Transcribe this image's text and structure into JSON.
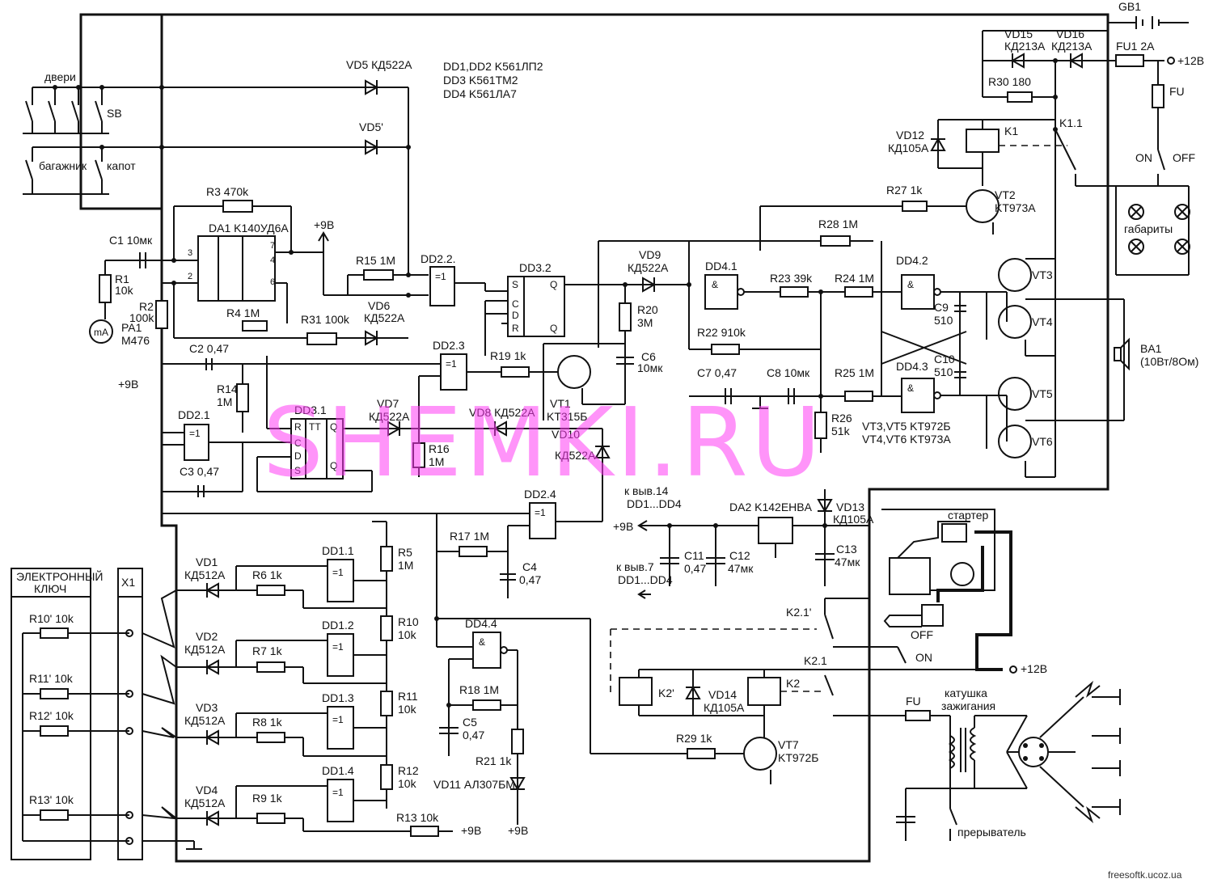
{
  "watermark": "SHEMKI.RU",
  "footer": "freesoftk.ucoz.ua",
  "notes": {
    "ics_line1": "DD1,DD2  K561ЛП2",
    "ics_line2": "DD3  K561TM2",
    "ics_line3": "DD4  K561ЛА7",
    "vt_line1": "VT3,VT5  KT972Б",
    "vt_line2": "VT4,VT6  KT973A",
    "pin14": "к выв.14",
    "pin14b": "DD1...DD4",
    "pin7": "к выв.7",
    "pin7b": "DD1...DD4"
  },
  "supply": {
    "plus9": "+9В",
    "plus12": "+12В",
    "gb1": "GB1",
    "fu1": "FU1 2A",
    "fu": "FU",
    "on": "ON",
    "off": "OFF"
  },
  "switches": {
    "doors": "двери",
    "sb": "SB",
    "trunk": "багажник",
    "hood": "капот",
    "k11": "K1.1",
    "k21p": "K2.1'",
    "k21": "K2.1",
    "k1": "K1",
    "k2": "K2",
    "k2p": "K2'"
  },
  "lamps": {
    "label": "габариты"
  },
  "key": {
    "title1": "ЭЛЕКТРОННЫЙ",
    "title2": "КЛЮЧ",
    "x1": "X1"
  },
  "engine": {
    "starter": "стартер",
    "coil1": "катушка",
    "coil2": "зажигания",
    "breaker": "прерыватель",
    "on": "ON",
    "off": "OFF"
  },
  "labels": {
    "vd5": "VD5 КД522A",
    "vd5p": "VD5'",
    "r3": "R3 470k",
    "da1": "DA1 K140УД6A",
    "c1": "C1 10мк",
    "r1": "R1",
    "r1v": "10k",
    "r2": "R2",
    "r2v": "100k",
    "pa1": "PA1",
    "pa1v": "M476",
    "r4": "R4 1M",
    "r31": "R31 100k",
    "vd6": "VD6",
    "vd6v": "КД522A",
    "r15": "R15 1M",
    "dd22": "DD2.2.",
    "dd32": "DD3.2",
    "vd9": "VD9",
    "vd9v": "КД522A",
    "r20": "R20",
    "r20v": "3M",
    "c6": "C6",
    "c6v": "10мк",
    "dd41": "DD4.1",
    "r28": "R28 1M",
    "r27": "R27 1k",
    "vt2": "VT2",
    "vt2v": "KT973A",
    "vd12": "VD12",
    "vd12v": "КД105A",
    "r30": "R30 180",
    "vd15": "VD15",
    "vd15v": "КД213A",
    "vd16": "VD16",
    "vd16v": "КД213A",
    "r23": "R23 39k",
    "r24": "R24 1M",
    "dd42": "DD4.2",
    "c9": "C9",
    "c9v": "510",
    "r22": "R22 910k",
    "c7": "C7 0,47",
    "c8": "C8 10мк",
    "r25": "R25 1M",
    "dd43": "DD4.3",
    "c10": "C10",
    "c10v": "510",
    "r26": "R26",
    "r26v": "51k",
    "vt3": "VT3",
    "vt4": "VT4",
    "vt5": "VT5",
    "vt6": "VT6",
    "ba1": "BA1",
    "ba1v": "(10Вт/8Ом)",
    "c2": "C2 0,47",
    "dd23": "DD2.3",
    "r19": "R19 1k",
    "vt1": "VT1",
    "vt1v": "KT315Б",
    "r14": "R14",
    "r14v": "1M",
    "dd21": "DD2.1",
    "c3": "C3 0,47",
    "dd31": "DD3.1",
    "vd7": "VD7",
    "vd7v": "КД522A",
    "vd8": "VD8 КД522A",
    "r16": "R16",
    "r16v": "1M",
    "vd10": "VD10",
    "vd10v": "КД522A",
    "dd24": "DD2.4",
    "r17": "R17 1M",
    "c4": "C4",
    "c4v": "0,47",
    "da2": "DA2 K142EHBA",
    "vd13": "VD13",
    "vd13v": "КД105A",
    "c11": "C11",
    "c11v": "0,47",
    "c12": "C12",
    "c12v": "47мк",
    "c13": "C13",
    "c13v": "47мк",
    "r5": "R5",
    "r5v": "1M",
    "dd11": "DD1.1",
    "dd12": "DD1.2",
    "dd13": "DD1.3",
    "dd14": "DD1.4",
    "dd44": "DD4.4",
    "vd1": "VD1",
    "vd2": "VD2",
    "vd3": "VD3",
    "vd4": "VD4",
    "kd512": "КД512A",
    "r6": "R6 1k",
    "r7": "R7 1k",
    "r8": "R8 1k",
    "r9": "R9 1k",
    "r10": "R10",
    "r11": "R11",
    "r12": "R12",
    "r10k": "10k",
    "r13": "R13 10k",
    "r10s": "R10' 10k",
    "r11s": "R11' 10k",
    "r12s": "R12' 10k",
    "r13s": "R13' 10k",
    "r18": "R18 1M",
    "c5": "C5",
    "c5v": "0,47",
    "r21": "R21 1k",
    "vd11": "VD11 АЛ307БМ",
    "r29": "R29 1k",
    "vt7": "VT7",
    "vt7v": "KT972Б",
    "vd14": "VD14",
    "vd14v": "КД105A"
  }
}
